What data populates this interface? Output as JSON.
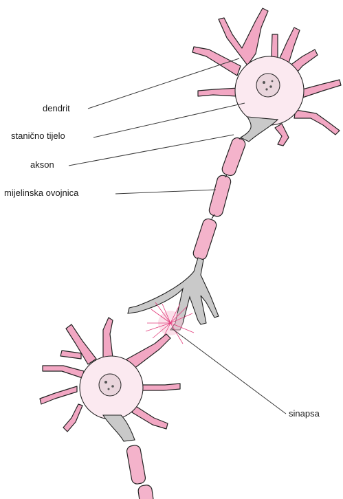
{
  "labels": {
    "dendrit": "dendrit",
    "stanicno_tijelo": "stanično tijelo",
    "akson": "akson",
    "mijelinska_ovojnica": "mijelinska ovojnica",
    "sinapsa": "sinapsa"
  },
  "colors": {
    "dendrite_pink": "#f2a7c3",
    "cell_body": "#fbe9f0",
    "axon_hillock": "#c9c9c9",
    "myelin": "#f4b3cb",
    "synapse_spark": "#e23a7a"
  }
}
